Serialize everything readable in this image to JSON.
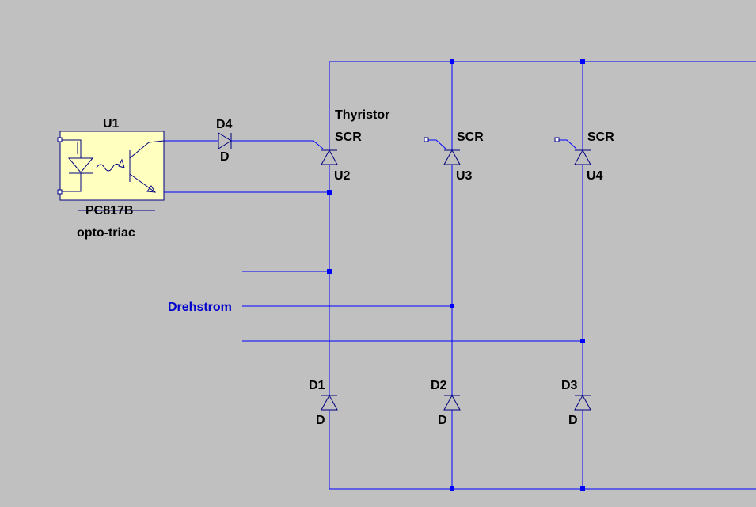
{
  "schematic": {
    "background_color": "#c0c0c0",
    "wire_color": "#0000ff",
    "symbol_color": "#000080",
    "label_color": "#000000",
    "net_label_color": "#0000cc",
    "optocoupler_fill": "#ffffc0",
    "optocoupler": {
      "ref": "U1",
      "value": "PC817B",
      "comment": "opto-triac"
    },
    "gate_diode": {
      "ref": "D4",
      "value": "D"
    },
    "thyristors": [
      {
        "ref": "U2",
        "value": "SCR",
        "comment": "Thyristor"
      },
      {
        "ref": "U3",
        "value": "SCR"
      },
      {
        "ref": "U4",
        "value": "SCR"
      }
    ],
    "diodes": [
      {
        "ref": "D1",
        "value": "D"
      },
      {
        "ref": "D2",
        "value": "D"
      },
      {
        "ref": "D3",
        "value": "D"
      }
    ],
    "net_label": "Drehstrom"
  }
}
